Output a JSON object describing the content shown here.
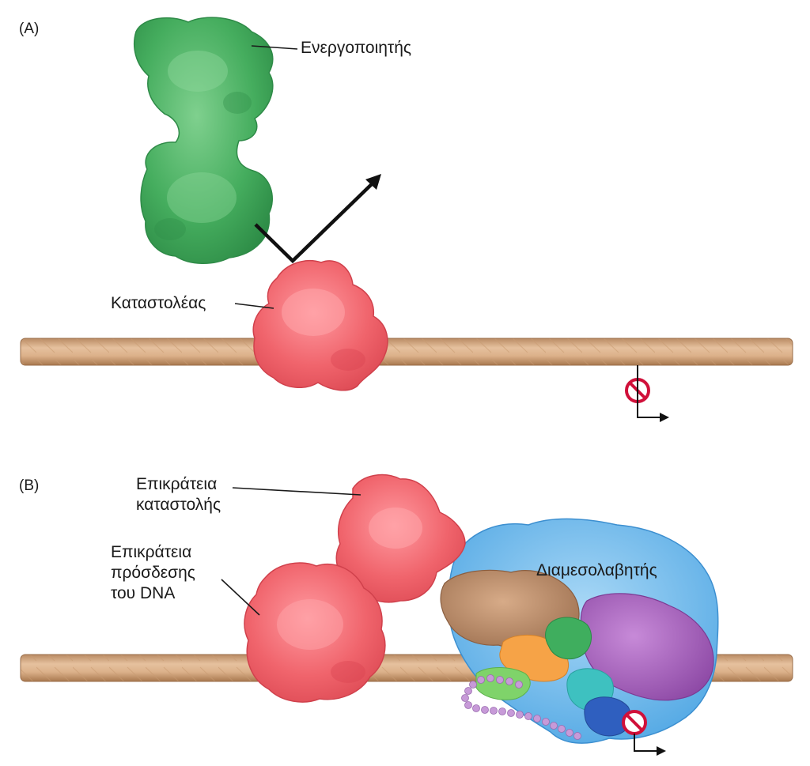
{
  "panel_a": {
    "panel_label": "(A)",
    "activator_label": "Ενεργοποιητής",
    "repressor_label": "Καταστολέας"
  },
  "panel_b": {
    "panel_label": "(B)",
    "repression_domain_label": [
      "Επικράτεια",
      "καταστολής"
    ],
    "dna_binding_domain_label": [
      "Επικράτεια",
      "πρόσδεσης",
      "του DNA"
    ],
    "mediator_label": "Διαμεσολαβητής"
  },
  "colors": {
    "activator": "#3fa85a",
    "repressor": "#ec5b66",
    "dna": "#d9ad86",
    "mediator": "#5aaee6",
    "block_sign": "#d0103a"
  },
  "icons": [
    "blocked-transcription-icon",
    "transcription-start-arrow-icon"
  ]
}
